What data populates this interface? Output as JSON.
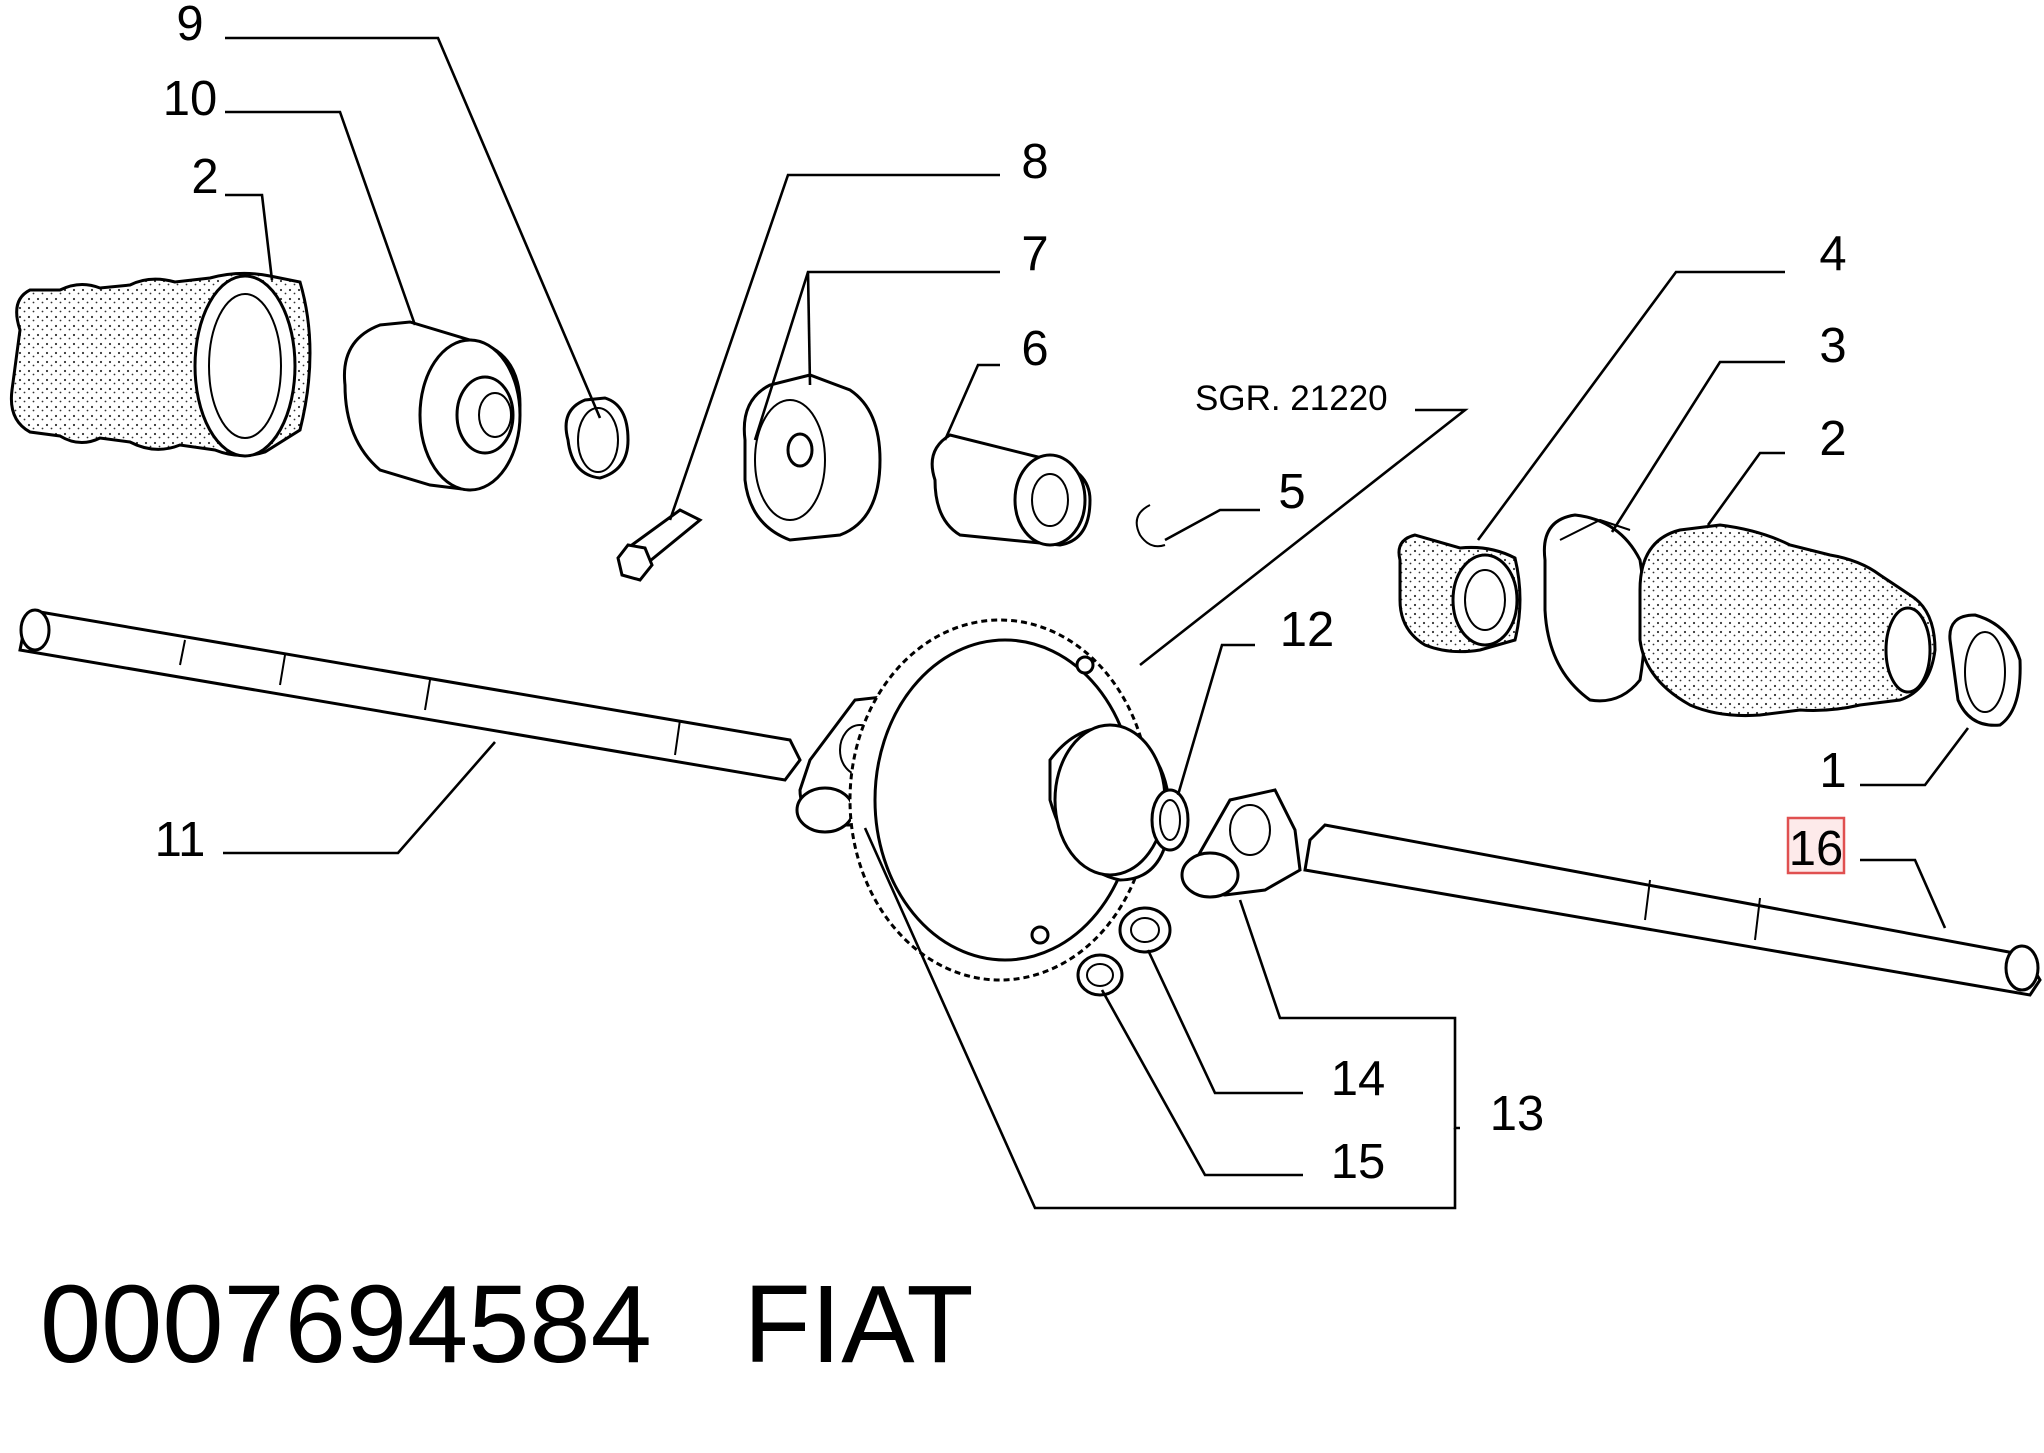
{
  "callouts": {
    "c1": "1",
    "c2a": "2",
    "c2b": "2",
    "c3": "3",
    "c4": "4",
    "c5": "5",
    "c6": "6",
    "c7": "7",
    "c8": "8",
    "c9": "9",
    "c10": "10",
    "c11": "11",
    "c12": "12",
    "c13": "13",
    "c14": "14",
    "c15": "15",
    "c16": "16"
  },
  "group_ref": "SGR. 21220",
  "footer": {
    "part_number": "0007694584",
    "brand": "FIAT"
  }
}
